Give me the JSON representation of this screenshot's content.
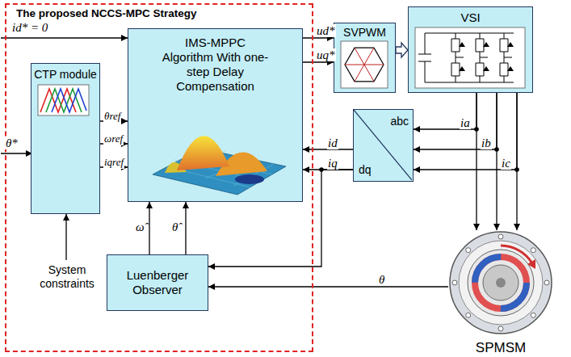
{
  "diagram": {
    "nodes": [
      {
        "text": [
          "The proposed NCCS-MPC Strategy"
        ]
      },
      {
        "text": [
          "CTP module"
        ],
        "in": 0
      },
      {
        "text": [
          "IMS-MPPC Algorithm With one-step Delay Compensation"
        ],
        "in": 0
      },
      {
        "text": [
          "Luenberger Observer"
        ],
        "in": 0
      },
      {
        "text": [
          "SVPWM"
        ]
      },
      {
        "text": [
          "VSI"
        ]
      },
      {
        "text": [
          "abc",
          "dq"
        ]
      },
      {
        "text": [
          "SPMSM"
        ]
      }
    ],
    "edges": [
      {
        "from": 1,
        "to": 2,
        "arrow": "to",
        "label": "θref"
      },
      {
        "from": 1,
        "to": 2,
        "arrow": "to",
        "label": "ωref"
      },
      {
        "from": 1,
        "to": 2,
        "arrow": "to",
        "label": "iqref"
      },
      {
        "from": 2,
        "to": 4,
        "arrow": "to",
        "label": "ud*"
      },
      {
        "from": 2,
        "to": 4,
        "arrow": "to",
        "label": "uq*"
      },
      {
        "from": 4,
        "to": 5,
        "arrow": "to"
      },
      {
        "from": 5,
        "to": 6,
        "arrow": "to",
        "label": "ia"
      },
      {
        "from": 5,
        "to": 6,
        "arrow": "to",
        "label": "ib"
      },
      {
        "from": 5,
        "to": 6,
        "arrow": "to",
        "label": "ic"
      },
      {
        "from": 5,
        "to": 7,
        "arrow": "to"
      },
      {
        "from": 5,
        "to": 7,
        "arrow": "to"
      },
      {
        "from": 5,
        "to": 7,
        "arrow": "to"
      },
      {
        "from": 6,
        "to": 2,
        "arrow": "to",
        "label": "id"
      },
      {
        "from": 6,
        "to": 2,
        "arrow": "to",
        "label": "iq"
      },
      {
        "from": 6,
        "to": 3,
        "arrow": "to"
      },
      {
        "from": 3,
        "to": 2,
        "arrow": "to",
        "label": "ω̂"
      },
      {
        "from": 3,
        "to": 2,
        "arrow": "to",
        "label": "θ̂"
      },
      {
        "from": 7,
        "to": 3,
        "arrow": "to",
        "label": "θ"
      }
    ],
    "labels": [
      "id* = 0",
      "θ*",
      "System constraints"
    ]
  }
}
